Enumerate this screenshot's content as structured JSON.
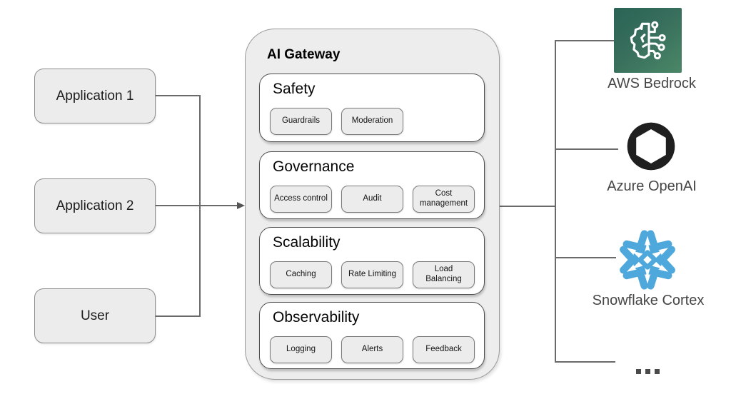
{
  "left_nodes": [
    {
      "label": "Application 1"
    },
    {
      "label": "Application 2"
    },
    {
      "label": "User"
    }
  ],
  "gateway": {
    "title": "AI Gateway",
    "sections": [
      {
        "title": "Safety",
        "chips": [
          "Guardrails",
          "Moderation"
        ]
      },
      {
        "title": "Governance",
        "chips": [
          "Access control",
          "Audit",
          "Cost management"
        ]
      },
      {
        "title": "Scalability",
        "chips": [
          "Caching",
          "Rate Limiting",
          "Load Balancing"
        ]
      },
      {
        "title": "Observability",
        "chips": [
          "Logging",
          "Alerts",
          "Feedback"
        ]
      }
    ]
  },
  "providers": [
    {
      "name": "AWS Bedrock",
      "icon": "aws-bedrock-icon"
    },
    {
      "name": "Azure OpenAI",
      "icon": "openai-icon"
    },
    {
      "name": "Snowflake Cortex",
      "icon": "snowflake-icon"
    },
    {
      "name": "…",
      "icon": "ellipsis-icon"
    }
  ],
  "colors": {
    "node_fill": "#ececec",
    "gateway_fill": "#ededed",
    "section_fill": "#ffffff",
    "line_gray": "#6a6a6a",
    "bedrock_green_dark": "#2a6355",
    "bedrock_green_light": "#4b8767",
    "openai_black": "#1f1f1f",
    "snowflake_blue": "#4FA8DC"
  }
}
